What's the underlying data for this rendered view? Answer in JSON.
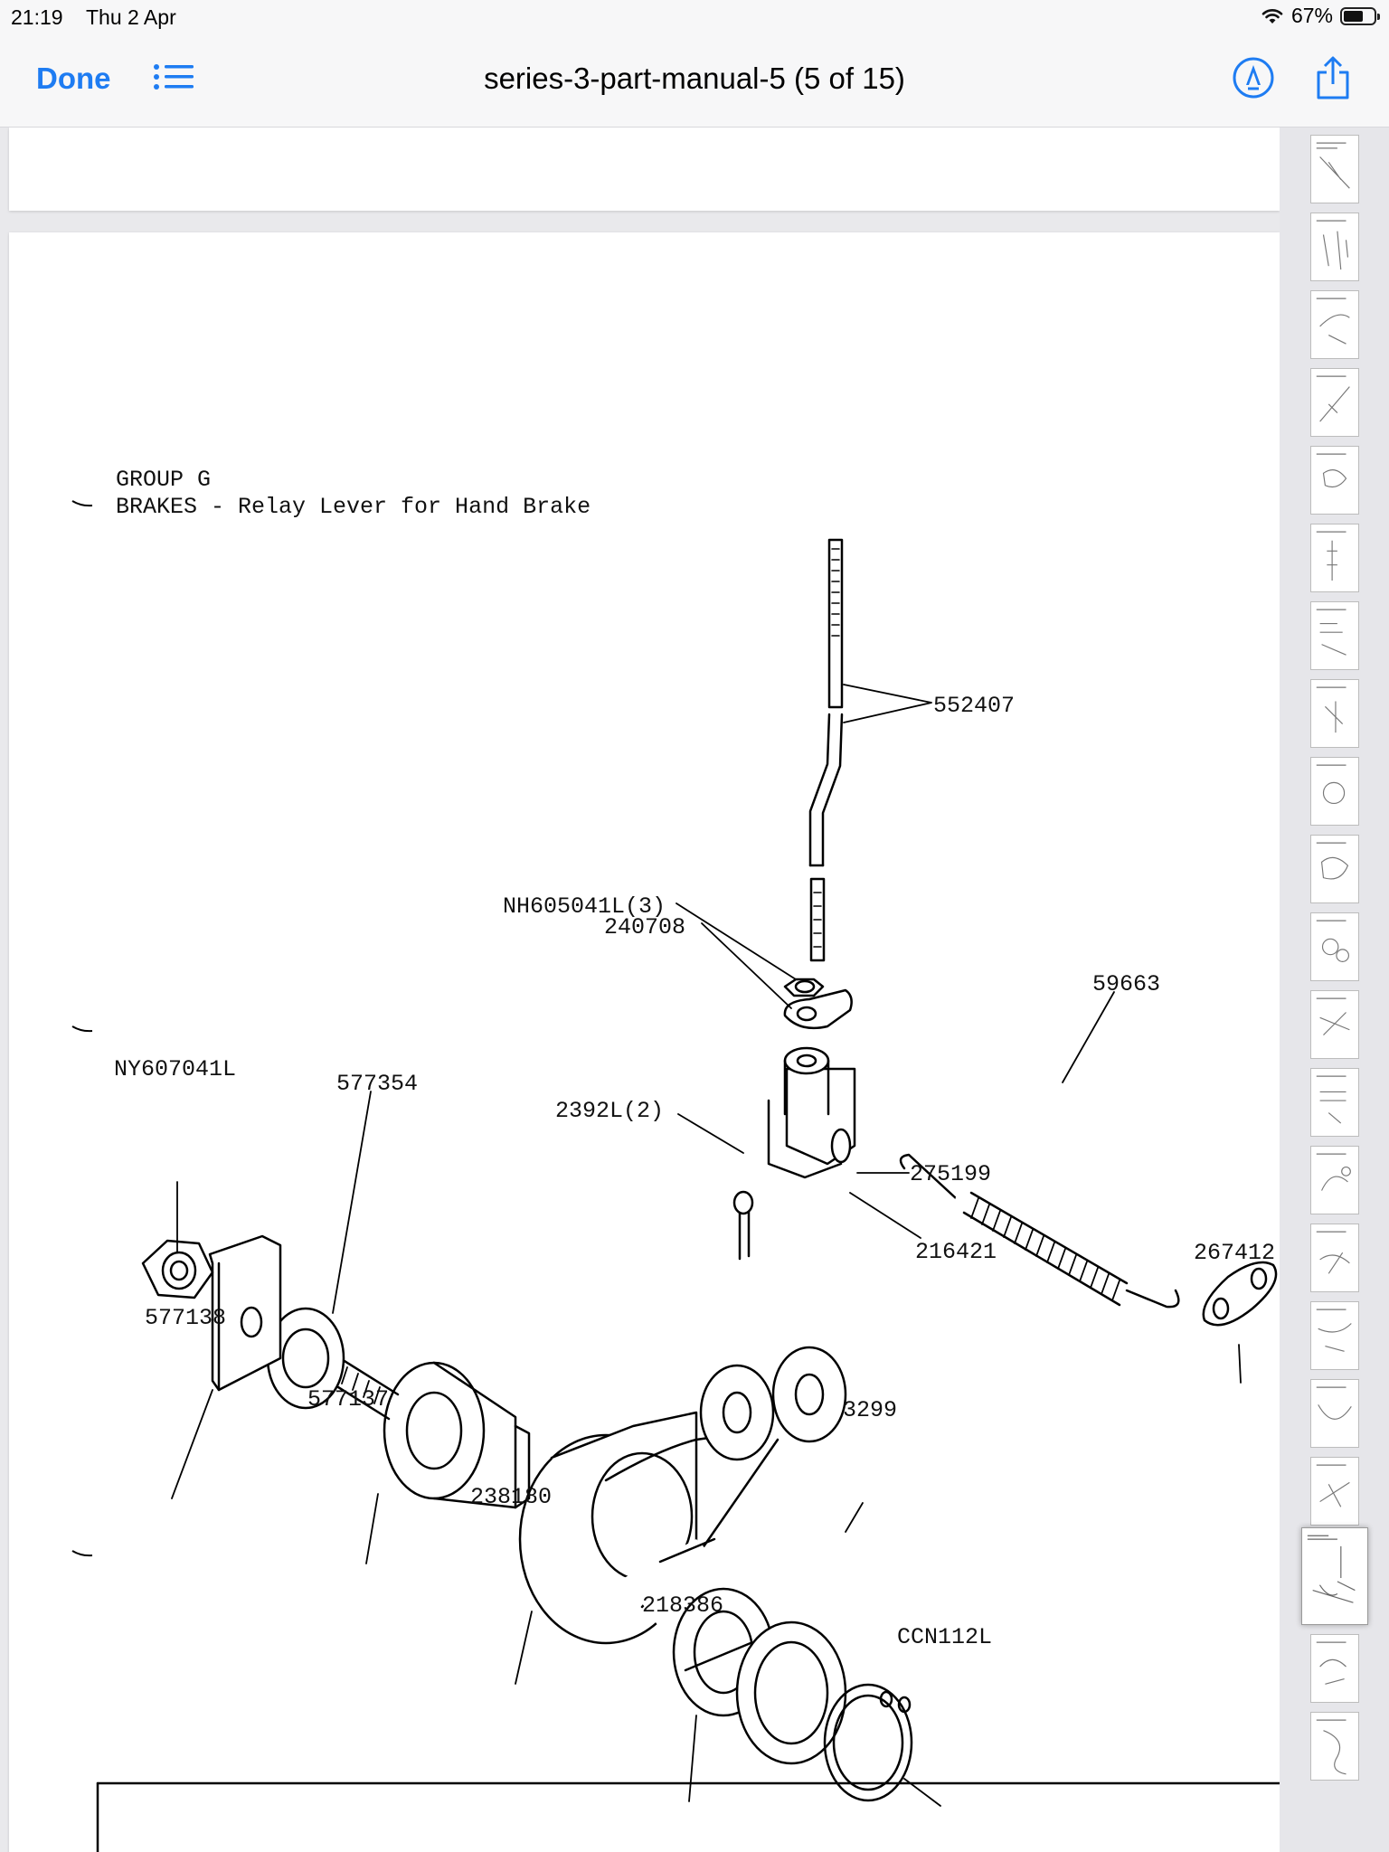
{
  "status_bar": {
    "time": "21:19",
    "date": "Thu 2 Apr",
    "battery": "67%",
    "battery_level": 0.67
  },
  "nav": {
    "done_label": "Done",
    "title": "series-3-part-manual-5 (5 of 15)"
  },
  "document": {
    "group": "GROUP G",
    "heading": "BRAKES - Relay Lever for Hand Brake",
    "parts": [
      "552407",
      "NH605041L(3)",
      "240708",
      "59663",
      "NY607041L",
      "577354",
      "2392L(2)",
      "275199",
      "216421",
      "267412",
      "577138",
      "577137",
      "3299",
      "238180",
      "218386",
      "CCN112L"
    ]
  },
  "thumbnails": {
    "count": 21,
    "selected_index": 18
  },
  "colors": {
    "accent": "#1e7cf2"
  }
}
